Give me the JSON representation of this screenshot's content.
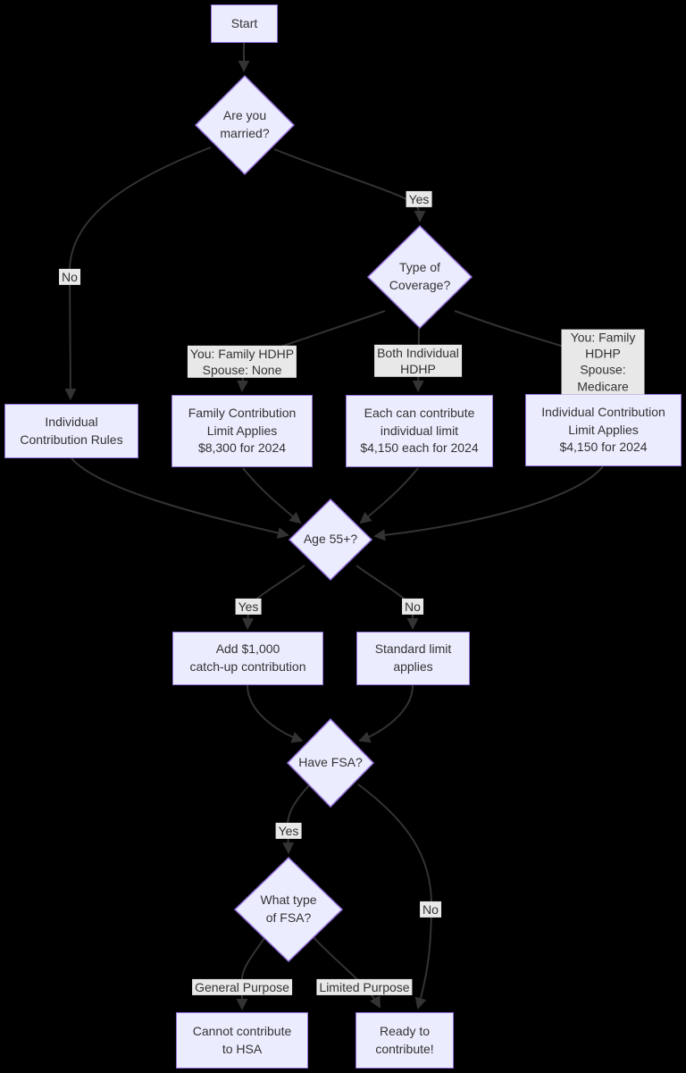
{
  "theme": {
    "background": "#000000",
    "node_fill": "#ECECFF",
    "node_border": "#9370DB",
    "node_text": "#333333",
    "edge_color": "#333333",
    "edge_label_bg": "#e8e8e8"
  },
  "nodes": {
    "start": {
      "label": "Start"
    },
    "married": {
      "label": "Are you\nmarried?"
    },
    "coverage": {
      "label": "Type of\nCoverage?"
    },
    "individual_rules": {
      "label": "Individual\nContribution Rules"
    },
    "family_limit": {
      "label": "Family Contribution\nLimit Applies\n$8,300 for 2024"
    },
    "each_limit": {
      "label": "Each can contribute\nindividual limit\n$4,150 each for 2024"
    },
    "individual_limit": {
      "label": "Individual Contribution\nLimit Applies\n$4,150 for 2024"
    },
    "age55": {
      "label": "Age 55+?"
    },
    "catchup": {
      "label": "Add $1,000\ncatch-up contribution"
    },
    "standard": {
      "label": "Standard limit\napplies"
    },
    "have_fsa": {
      "label": "Have FSA?"
    },
    "fsa_type": {
      "label": "What type\nof FSA?"
    },
    "cannot_contribute": {
      "label": "Cannot contribute\nto HSA"
    },
    "ready": {
      "label": "Ready to\ncontribute!"
    }
  },
  "edge_labels": {
    "married_yes": "Yes",
    "married_no": "No",
    "cov_family": "You: Family HDHP\nSpouse: None",
    "cov_both": "Both Individual\nHDHP",
    "cov_medicare": "You: Family HDHP\nSpouse: Medicare",
    "age_yes": "Yes",
    "age_no": "No",
    "fsa_yes": "Yes",
    "fsa_no": "No",
    "type_general": "General Purpose",
    "type_limited": "Limited Purpose"
  }
}
